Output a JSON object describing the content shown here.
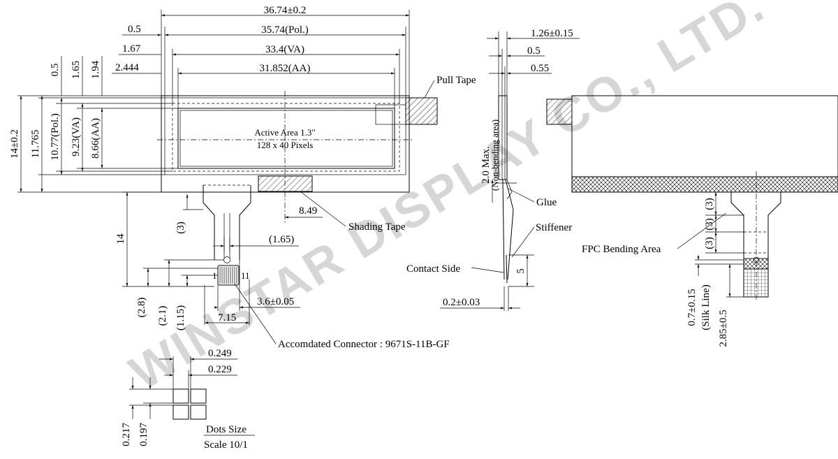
{
  "watermark": "WINSTAR DISPLAY CO., LTD.",
  "top_dims": {
    "outline": "36.74±0.2",
    "pol": "35.74(Pol.)",
    "va": "33.4(VA)",
    "aa": "31.852(AA)",
    "off_pol": "0.5",
    "off_va": "1.67",
    "off_aa": "2.444"
  },
  "left_dims": {
    "outline": "14±0.2",
    "pol": "11.765",
    "pol_v": "10.77(Pol.)",
    "va": "9.23(VA)",
    "aa": "8.66(AA)",
    "off1": "0.5",
    "off2": "1.65",
    "off3": "1.94"
  },
  "active_area": {
    "line1": "Active Area 1.3\"",
    "line2": "128 x 40 Pixels"
  },
  "callouts": {
    "pull_tape": "Pull Tape",
    "shading_tape": "Shading Tape",
    "glue": "Glue",
    "stiffener": "Stiffener",
    "contact_side": "Contact Side",
    "fpc_bending": "FPC Bending Area",
    "connector": "Accomdated Connector : 9671S-11B-GF"
  },
  "fpc_dims": {
    "shading_offset": "8.49",
    "length": "14",
    "gap3": "(3)",
    "pitch": "(1.65)",
    "pin_first": "1",
    "pin_last": "11",
    "width": "3.6±0.05",
    "total": "7.15",
    "d28": "(2.8)",
    "d21": "(2.1)",
    "d115": "(1.15)"
  },
  "side_dims": {
    "thick": "1.26±0.15",
    "t05": "0.5",
    "t055": "0.55",
    "max": "2.0 Max.",
    "non_bend": "(Non-bending area)",
    "stiff_len": "5",
    "stiff_t": "0.2±0.03"
  },
  "right_dims": {
    "b1": "(3)",
    "b2": "(3)",
    "b3": "(3)",
    "silk": "0.7±0.15",
    "silk_label": "(Silk Line)",
    "tail": "2.85±0.5"
  },
  "dots": {
    "w1": "0.249",
    "w2": "0.229",
    "h1": "0.217",
    "h2": "0.197",
    "title": "Dots Size",
    "scale": "Scale 10/1"
  }
}
